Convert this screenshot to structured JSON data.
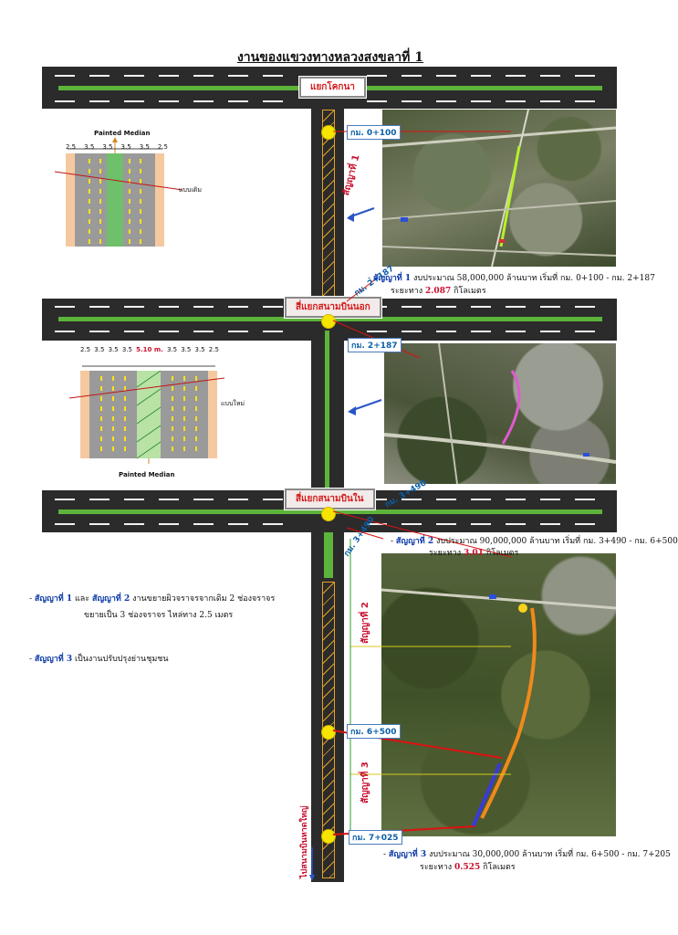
{
  "title": "งานของแขวงทางหลวงสงขลาที่ 1",
  "junctions": {
    "top": "แยกโคกนา",
    "middle": "สี่แยกสนามบินนอก",
    "lower": "สี่แยกสนามบินใน"
  },
  "km_markers": {
    "km0": "กม. 0+100",
    "km2": "กม. 2+187",
    "km2_road": "กม. 2+187",
    "km3_road": "กม. 3+490",
    "km3": "กม. 3+490",
    "km6": "กม. 6+500",
    "km7": "กม. 7+025"
  },
  "contracts": {
    "c1_label": "สัญญาที่ 1",
    "c2_label": "สัญญาที่ 2",
    "c3_label": "สัญญาที่ 3"
  },
  "descriptions": {
    "c1": {
      "prefix": "- ",
      "contract": "สัญญาที่ 1",
      "line1": " งบประมาณ 58,000,000 ล้านบาท เริ่มที่ กม. 0+100 - กม. 2+187",
      "distance_prefix": "ระยะทาง ",
      "distance": "2.087",
      "distance_unit": " กิโลเมตร"
    },
    "c2": {
      "prefix": "- ",
      "contract": "สัญญาที่ 2",
      "line1": " งบประมาณ 90,000,000 ล้านบาท เริ่มที่ กม. 3+490 - กม. 6+500",
      "distance_prefix": "ระยะทาง ",
      "distance": "3.01",
      "distance_unit": " กิโลเมตร"
    },
    "c3": {
      "prefix": "- ",
      "contract": "สัญญาที่ 3",
      "line1": " งบประมาณ 30,000,000 ล้านบาท เริ่มที่ กม. 6+500 - กม. 7+205",
      "distance_prefix": "ระยะทาง ",
      "distance": "0.525",
      "distance_unit": " กิโลเมตร"
    }
  },
  "notes": {
    "n1_prefix": "- ",
    "n1_c1": "สัญญาที่ 1",
    "n1_and": " และ ",
    "n1_c2": "สัญญาที่ 2",
    "n1_text": " งานขยายผิวจราจรจากเดิม 2 ช่องจราจร",
    "n1_line2": "ขยายเป็น 3 ช่องจราจร ไหล่ทาง 2.5 เมตร",
    "n2_prefix": "- ",
    "n2_c3": "สัญญาที่ 3",
    "n2_text": " เป็นงานปรับปรุงย่านชุมชน"
  },
  "cross_sections": {
    "old": {
      "title": "Painted Median",
      "widths": [
        "2.5",
        "3.5",
        "3.5",
        "3.5",
        "3.5",
        "2.5"
      ],
      "label": "แบบเดิม"
    },
    "new": {
      "widths_left": [
        "2.5",
        "3.5",
        "3.5",
        "3.5"
      ],
      "median": "5.10 m.",
      "widths_right": [
        "3.5",
        "3.5",
        "3.5",
        "2.5"
      ],
      "label": "แบบใหม่",
      "bottom_title": "Painted Median"
    }
  },
  "direction_label": "ไปสนามบินหาดใหญ่",
  "colors": {
    "road": "#2b2b2b",
    "median_green": "#5db43b",
    "contract_red": "#c8102e",
    "km_blue": "#0b5fa8",
    "marker_yellow": "#f5e500"
  }
}
